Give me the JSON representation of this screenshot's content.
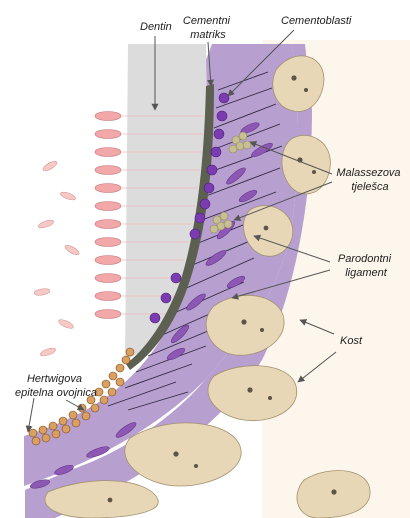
{
  "labels": {
    "dentin": "Dentin",
    "cementni_matriks": [
      "Cementni",
      "matriks"
    ],
    "cementoblasti": "Cementoblasti",
    "malassezova_tjelesca": [
      "Malassezova",
      "tjelešca"
    ],
    "parodontni_ligament": [
      "Parodontni",
      "ligament"
    ],
    "kost": "Kost",
    "hertwigova_epitelna_ovojnica": [
      "Hertwigova",
      "epitelna ovojnica"
    ]
  },
  "colors": {
    "dentin": "#dcdcdc",
    "cementum": "#5b6050",
    "ligament": "#b79fd0",
    "cementoblast": "#7a3cb0",
    "fibroblast": "#8c58b4",
    "bone": "#e7d7b6",
    "bone_pores": "#5e5448",
    "odontoblast": "#f2a7a8",
    "epithelial_rest": "#c8c090",
    "hertwig_sheath": "#d9a062",
    "background_right": "#fdf6ec"
  }
}
